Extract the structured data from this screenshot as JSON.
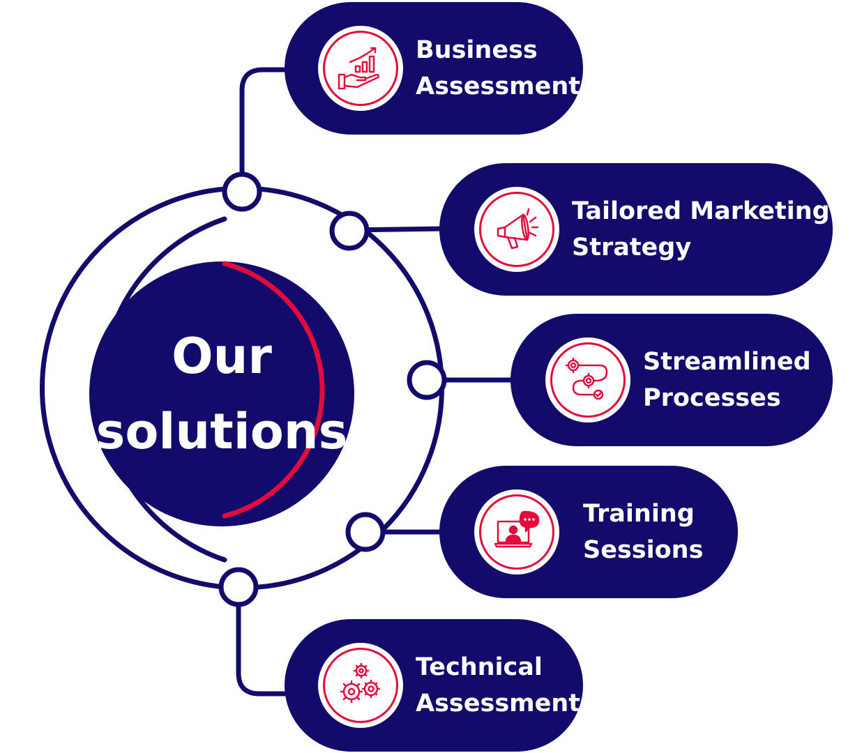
{
  "center": {
    "line1": "Our",
    "line2": "solutions"
  },
  "colors": {
    "navy": "#130b6b",
    "accent": "#e30b3c",
    "white": "#ffffff"
  },
  "solutions": [
    {
      "line1": "Business",
      "line2": "Assessment",
      "icon": "hand-growth-chart-icon"
    },
    {
      "line1": "Tailored Marketing",
      "line2": "Strategy",
      "icon": "megaphone-icon"
    },
    {
      "line1": "Streamlined",
      "line2": "Processes",
      "icon": "gear-process-flow-icon"
    },
    {
      "line1": "Training",
      "line2": "Sessions",
      "icon": "video-presenter-chat-icon"
    },
    {
      "line1": "Technical",
      "line2": "Assessment",
      "icon": "gears-icon"
    }
  ]
}
